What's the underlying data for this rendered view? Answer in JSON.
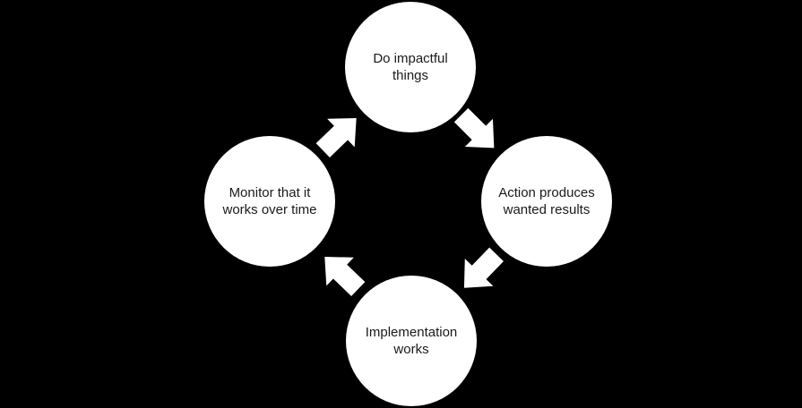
{
  "diagram": {
    "type": "cycle",
    "direction": "clockwise",
    "background_color": "#000000",
    "node_fill_color": "#ffffff",
    "node_text_color": "#1a1a1a",
    "arrow_color": "#ffffff",
    "nodes": [
      {
        "id": "top",
        "label": "Do impactful\nthings"
      },
      {
        "id": "right",
        "label": "Action produces\nwanted results"
      },
      {
        "id": "bottom",
        "label": "Implementation\nworks"
      },
      {
        "id": "left",
        "label": "Monitor that it\nworks over time"
      }
    ],
    "arrows": [
      {
        "from": "Do impactful things",
        "to": "Action produces wanted results"
      },
      {
        "from": "Action produces wanted results",
        "to": "Implementation works"
      },
      {
        "from": "Implementation works",
        "to": "Monitor that it works over time"
      },
      {
        "from": "Monitor that it works over time",
        "to": "Do impactful things"
      }
    ]
  }
}
